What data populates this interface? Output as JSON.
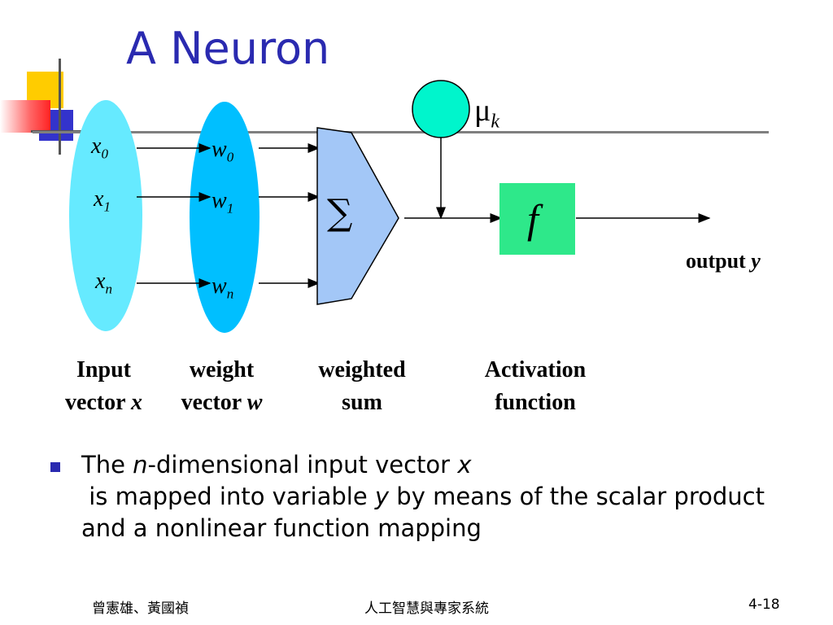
{
  "slide": {
    "title": "A  Neuron",
    "diagram": {
      "inputs": [
        {
          "name": "x",
          "sub": "0"
        },
        {
          "name": "x",
          "sub": "1"
        },
        {
          "name": "x",
          "sub": "n"
        }
      ],
      "weights": [
        {
          "name": "w",
          "sub": "0"
        },
        {
          "name": "w",
          "sub": "1"
        },
        {
          "name": "w",
          "sub": "n"
        }
      ],
      "sum_symbol": "∑",
      "bias": {
        "name": "μ",
        "sub": "k"
      },
      "activation_symbol": "f",
      "output": {
        "label": "output ",
        "var": "y"
      }
    },
    "captions": {
      "input": {
        "line1": "Input",
        "line2": "vector ",
        "var": "x"
      },
      "weight": {
        "line1": "weight",
        "line2": "vector ",
        "var": "w"
      },
      "weighted_sum": {
        "line1": "weighted",
        "line2": "sum"
      },
      "activation": {
        "line1": "Activation",
        "line2": "function"
      }
    },
    "bullet": {
      "p1": "The ",
      "n": "n",
      "p2": "-dimensional input vector ",
      "x": "x",
      "p3": " is mapped into variable ",
      "y": "y",
      "p4": " by means of the scalar product and a nonlinear function mapping"
    },
    "footer": {
      "left": "曾憲雄、黃國禎",
      "center": "人工智慧與專家系統",
      "right": "4-18"
    },
    "colors": {
      "title": "#2a2ab0",
      "input_ellipse": "#66eaff",
      "weight_ellipse": "#00bfff",
      "sum_block": "#a3c7f7",
      "bias_circle": "#00f5cc",
      "activation_box": "#2ee88a"
    }
  }
}
